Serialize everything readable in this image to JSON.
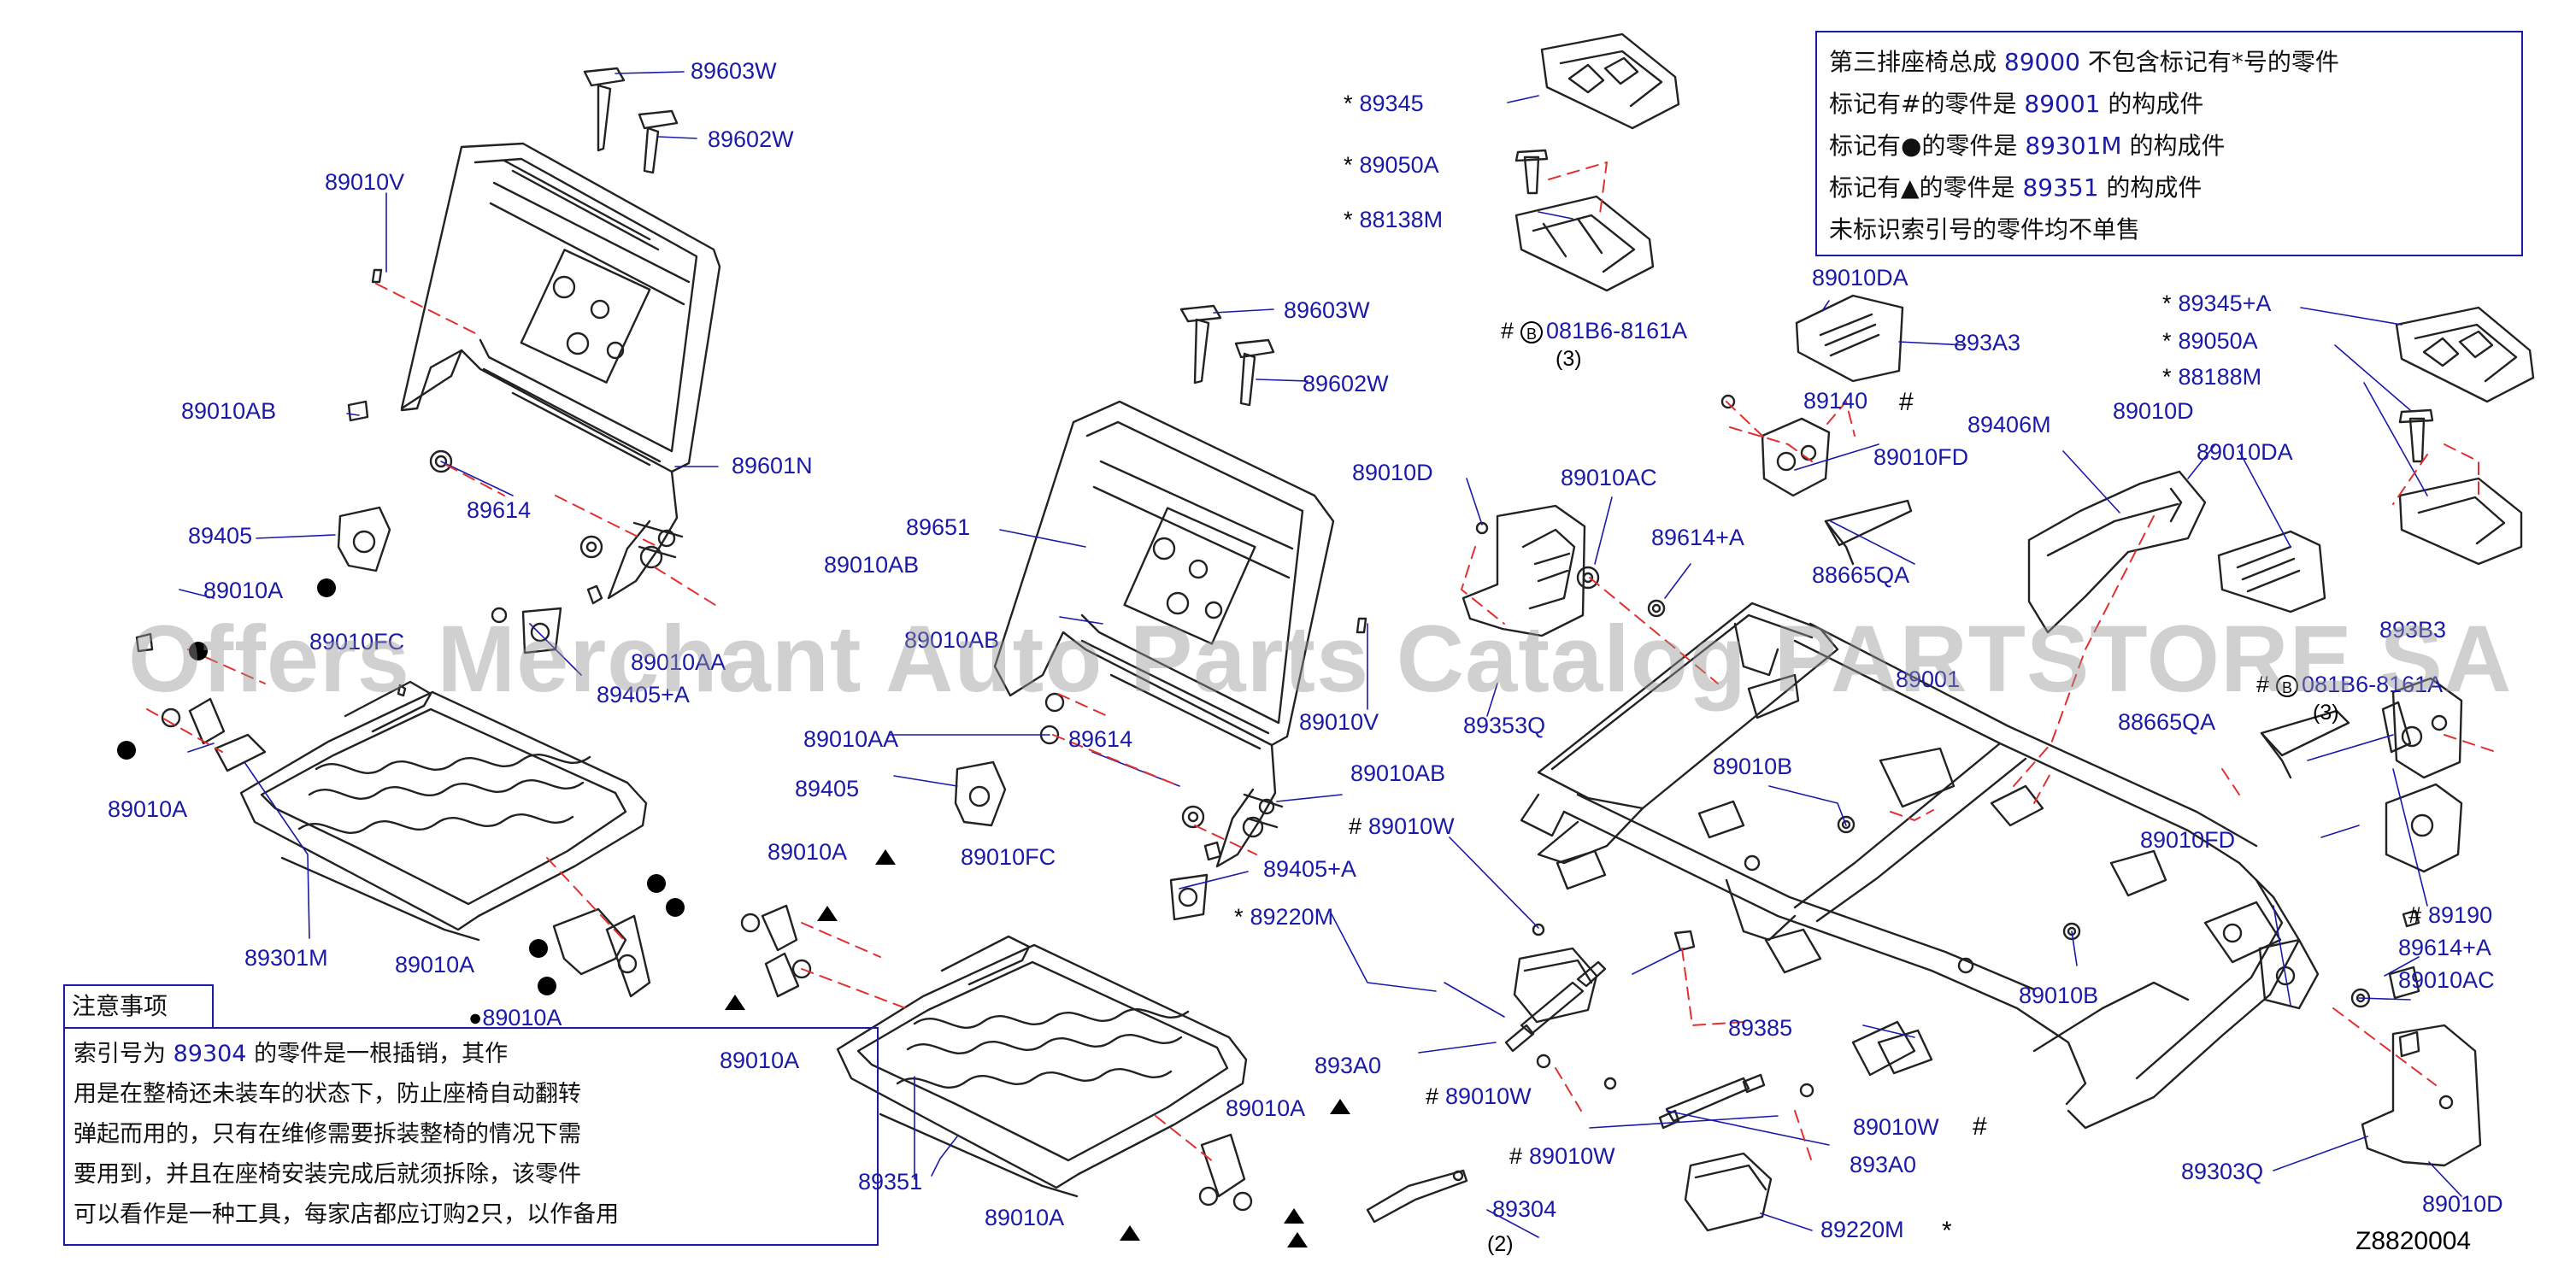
{
  "diagram_id": "Z8820004",
  "watermark": "Offers Merchant Auto Parts Catalog PARTSTORE SA",
  "info_box": {
    "lines": [
      {
        "text_before": "第三排座椅总成 ",
        "number": "89000",
        "text_after": " 不包含标记有*号的零件"
      },
      {
        "text_before": "标记有#的零件是 ",
        "number": "89001",
        "text_after": " 的构成件"
      },
      {
        "text_before": "标记有●的零件是 ",
        "number": "89301M",
        "text_after": " 的构成件"
      },
      {
        "text_before": "标记有▲的零件是 ",
        "number": "89351",
        "text_after": " 的构成件"
      },
      {
        "text_before": "未标识索引号的零件均不单售",
        "number": "",
        "text_after": ""
      }
    ]
  },
  "notice": {
    "title": "注意事项",
    "lines": [
      {
        "text_before": "索引号为 ",
        "number": "89304",
        "text_after": " 的零件是一根插销，其作"
      },
      {
        "text_before": "用是在整椅还未装车的状态下，防止座椅自动翻转",
        "number": "",
        "text_after": ""
      },
      {
        "text_before": "弹起而用的，只有在维修需要拆装整椅的情况下需",
        "number": "",
        "text_after": ""
      },
      {
        "text_before": "要用到，并且在座椅安装完成后就须拆除，该零件",
        "number": "",
        "text_after": ""
      },
      {
        "text_before": "可以看作是一种工具，每家店都应订购2只，以作备用",
        "number": "",
        "text_after": ""
      }
    ]
  },
  "part_labels": [
    {
      "mark": "",
      "text": "89603W"
    },
    {
      "mark": "",
      "text": "89602W"
    },
    {
      "mark": "",
      "text": "89010V"
    },
    {
      "mark": "",
      "text": "89010AB"
    },
    {
      "mark": "",
      "text": "89601N"
    },
    {
      "mark": "",
      "text": "89614"
    },
    {
      "mark": "",
      "text": "89405"
    },
    {
      "mark": "",
      "text": "89010A"
    },
    {
      "mark": "",
      "text": "89010FC"
    },
    {
      "mark": "",
      "text": "89010AA"
    },
    {
      "mark": "",
      "text": "89405+A"
    },
    {
      "mark": "",
      "text": "89010A"
    },
    {
      "mark": "",
      "text": "89301M"
    },
    {
      "mark": "",
      "text": "89010A"
    },
    {
      "mark": "●",
      "text": "89010A"
    },
    {
      "mark": "",
      "text": "89010AB"
    },
    {
      "mark": "",
      "text": "89603W"
    },
    {
      "mark": "",
      "text": "89602W"
    },
    {
      "mark": "",
      "text": "89651"
    },
    {
      "mark": "",
      "text": "89010AB"
    },
    {
      "mark": "",
      "text": "89010AA"
    },
    {
      "mark": "",
      "text": "89614"
    },
    {
      "mark": "",
      "text": "89010V"
    },
    {
      "mark": "",
      "text": "89405"
    },
    {
      "mark": "",
      "text": "89010FC"
    },
    {
      "mark": "",
      "text": "89010AB"
    },
    {
      "mark": "",
      "text": "89010A"
    },
    {
      "mark": "",
      "text": "89405+A"
    },
    {
      "mark": "",
      "text": "89010A"
    },
    {
      "mark": "",
      "text": "89010A"
    },
    {
      "mark": "",
      "text": "89351"
    },
    {
      "mark": "",
      "text": "89010A"
    },
    {
      "mark": "*",
      "text": "89345"
    },
    {
      "mark": "*",
      "text": "89050A"
    },
    {
      "mark": "*",
      "text": "88138M"
    },
    {
      "mark": "#",
      "text": "081B6-8161A"
    },
    {
      "mark": "",
      "text": "89010DA"
    },
    {
      "mark": "",
      "text": "893A3"
    },
    {
      "mark": "",
      "text": "89140"
    },
    {
      "mark": "",
      "text": "89010FD"
    },
    {
      "mark": "",
      "text": "89010D"
    },
    {
      "mark": "",
      "text": "89010AC"
    },
    {
      "mark": "",
      "text": "89614+A"
    },
    {
      "mark": "",
      "text": "88665QA"
    },
    {
      "mark": "",
      "text": "89353Q"
    },
    {
      "mark": "",
      "text": "89406M"
    },
    {
      "mark": "",
      "text": "89010D"
    },
    {
      "mark": "",
      "text": "89010DA"
    },
    {
      "mark": "*",
      "text": "89345+A"
    },
    {
      "mark": "*",
      "text": "89050A"
    },
    {
      "mark": "*",
      "text": "88188M"
    },
    {
      "mark": "",
      "text": "893B3"
    },
    {
      "mark": "",
      "text": "89001"
    },
    {
      "mark": "#",
      "text": "081B6-8161A"
    },
    {
      "mark": "",
      "text": "88665QA"
    },
    {
      "mark": "",
      "text": "89010B"
    },
    {
      "mark": "",
      "text": "89010FD"
    },
    {
      "mark": "#",
      "text": "89010W"
    },
    {
      "mark": "*",
      "text": "89220M"
    },
    {
      "mark": "#",
      "text": "89190"
    },
    {
      "mark": "",
      "text": "89614+A"
    },
    {
      "mark": "",
      "text": "89010AC"
    },
    {
      "mark": "",
      "text": "89010B"
    },
    {
      "mark": "",
      "text": "89385"
    },
    {
      "mark": "",
      "text": "893A0"
    },
    {
      "mark": "#",
      "text": "89010W"
    },
    {
      "mark": "",
      "text": "89010W"
    },
    {
      "mark": "",
      "text": "89303Q"
    },
    {
      "mark": "#",
      "text": "89010W"
    },
    {
      "mark": "",
      "text": "893A0"
    },
    {
      "mark": "",
      "text": "89304"
    },
    {
      "mark": "",
      "text": "89220M"
    },
    {
      "mark": "",
      "text": "89010D"
    }
  ],
  "quantity_notes": [
    "(3)",
    "(3)",
    "(2)"
  ],
  "standalone_symbols": [
    "#",
    "#",
    "*"
  ]
}
